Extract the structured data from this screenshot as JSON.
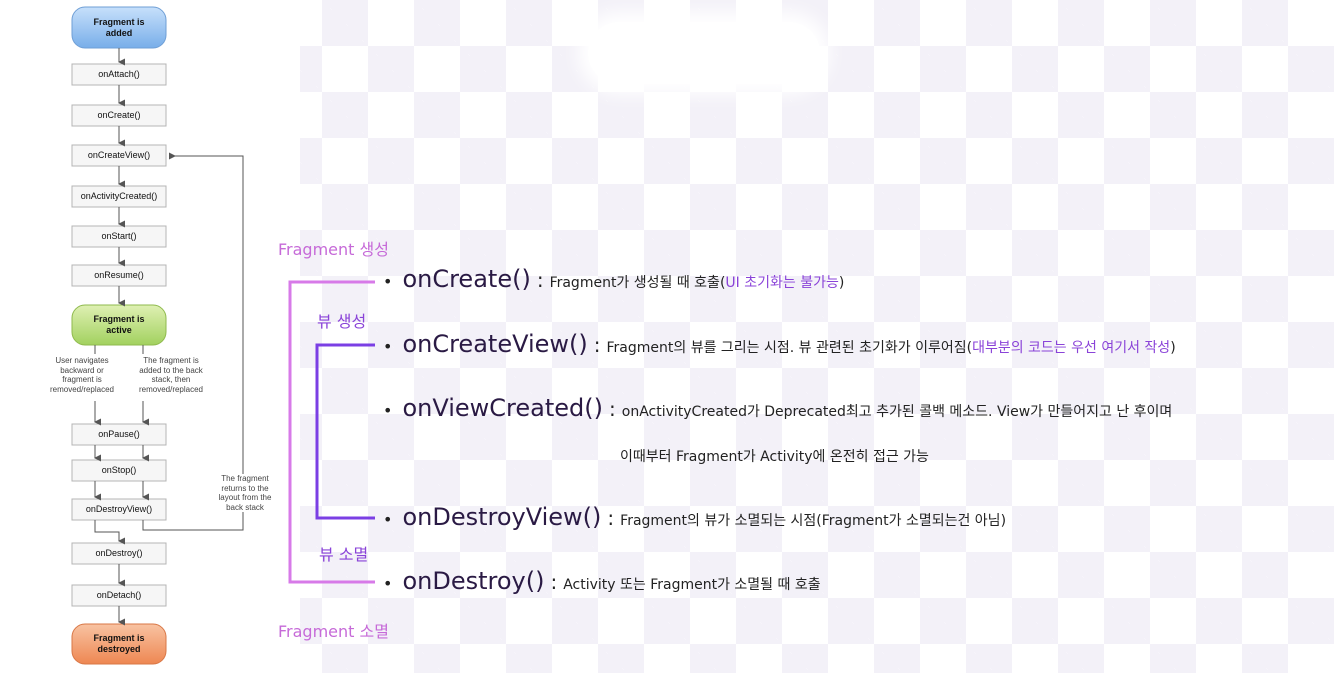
{
  "lifecycle_diagram": {
    "start_node": "Fragment is\nadded",
    "steps": [
      "onAttach()",
      "onCreate()",
      "onCreateView()",
      "onActivityCreated()",
      "onStart()",
      "onResume()"
    ],
    "active_node": "Fragment is\nactive",
    "branch_left": "User navigates\nbackward or\nfragment is\nremoved/replaced",
    "branch_right": "The fragment is\nadded to the back\nstack, then\nremoved/replaced",
    "after_steps": [
      "onPause()",
      "onStop()",
      "onDestroyView()"
    ],
    "return_note": "The fragment\nreturns to the\nlayout from the\nback stack",
    "end_steps": [
      "onDestroy()",
      "onDetach()"
    ],
    "end_node": "Fragment is\ndestroyed"
  },
  "labels": {
    "fragment_create": "Fragment 생성",
    "view_create": "뷰 생성",
    "view_destroy": "뷰 소멸",
    "fragment_destroy": "Fragment 소멸"
  },
  "items": {
    "bullet": "•",
    "separator": ":",
    "on_create": {
      "name": "onCreate()",
      "desc": "Fragment가 생성될 때 호출(",
      "highlight": "UI 초기화는 불가능",
      "desc_end": ")"
    },
    "on_create_view": {
      "name": "onCreateView()",
      "desc": "Fragment의 뷰를 그리는 시점. 뷰 관련된 초기화가 이루어짐(",
      "highlight": "대부분의 코드는 우선 여기서 작성",
      "desc_end": ")"
    },
    "on_view_created": {
      "name": "onViewCreated()",
      "desc": "onActivityCreated가 Deprecated최고 추가된 콜백 메소드. View가 만들어지고 난 후이며",
      "desc_line2": "이때부터 Fragment가 Activity에 온전히 접근 가능"
    },
    "on_destroy_view": {
      "name": "onDestroyView()",
      "desc": "Fragment의 뷰가 소멸되는 시점(Fragment가 소멸되는건 아님)"
    },
    "on_destroy": {
      "name": "onDestroy()",
      "desc": "Activity 또는 Fragment가 소멸될 때 호출"
    }
  },
  "colors": {
    "outer_bracket": "#d77ae8",
    "inner_bracket": "#7b3fe4",
    "highlight": "#8a43d8",
    "start_node": "#8fbdf0",
    "active_node": "#b6dc7a",
    "end_node": "#f19a6a"
  }
}
